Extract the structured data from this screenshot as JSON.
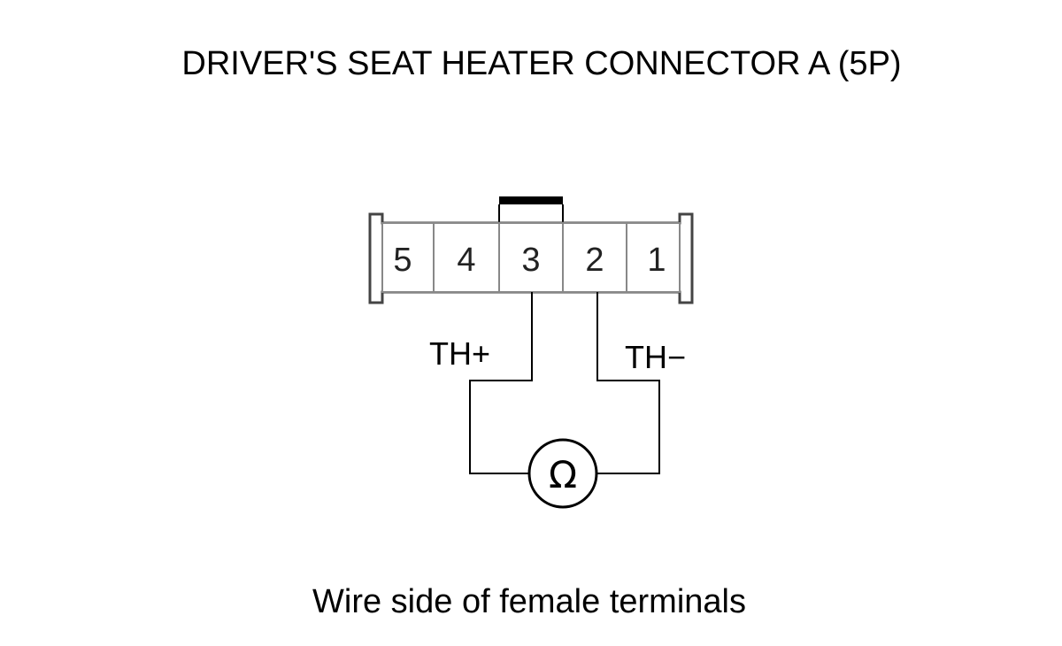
{
  "title": "DRIVER'S SEAT HEATER CONNECTOR A (5P)",
  "caption": "Wire side of female terminals",
  "connector": {
    "pins": [
      "5",
      "4",
      "3",
      "2",
      "1"
    ]
  },
  "wires": {
    "positive_label": "TH+",
    "negative_label": "TH−"
  },
  "meter": {
    "symbol": "Ω",
    "icon": "ohmmeter-icon"
  },
  "colors": {
    "line": "#000000",
    "housing": "#444444",
    "divider": "#888888",
    "latch": "#000000"
  }
}
